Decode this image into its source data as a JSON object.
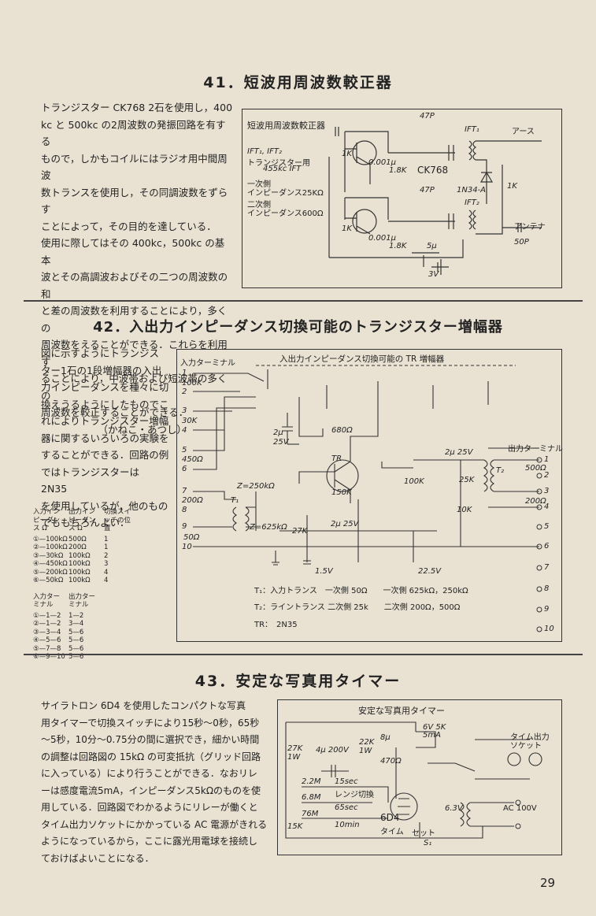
{
  "page_number": "29",
  "s41": {
    "title": "41．短波用周波数較正器",
    "lines": [
      "トランジスター CK768 2石を使用し，400",
      "kc と 500kc の2周波数の発振回路を有する",
      "もので，しかもコイルにはラジオ用中間周波",
      "数トランスを使用し，その同調波数をずらす",
      "ことによって，その目的を達している．",
      "使用に際してはその 400kc，500kc の基本",
      "波とその高調波およびその二つの周波数の和",
      "と差の周波数を利用することにより，多くの",
      "周波数をえることができる．これらを利用す",
      "ることにより，中波帯および短波帯の多くの",
      "周波数を較正することができる．"
    ],
    "author": "（かねこ・あつし）",
    "diagram": {
      "title": "短波用周波数較正器",
      "note1": "IFT₁, IFT₂",
      "note2": "トランジスター用",
      "note3": "455kc IFT",
      "note4": "一次側",
      "note5": "インピーダンス25KΩ",
      "note6": "二次側",
      "note7": "インピーダンス600Ω",
      "c47a": "47P",
      "c47b": "47P",
      "ift1": "IFT₁",
      "ift2": "IFT₂",
      "earth": "アース",
      "antenna": "アンテナ",
      "r1k_a": "1K",
      "r1k_b": "1K",
      "r1k_c": "1K",
      "c001_a": "0.001μ",
      "c001_b": "0.001μ",
      "r18k_a": "1.8K",
      "r18k_b": "1.8K",
      "tr": "CK768",
      "diode": "1N34-A",
      "c5": "5μ",
      "bat": "3V",
      "c50": "50P"
    }
  },
  "s42": {
    "title": "42．入出力インピーダンス切換可能のトランジスター増幅器",
    "lines": [
      "図に示すようにトランジス",
      "ター1石の1段増幅器の入出",
      "力インピーダンスを種々に切",
      "換えうるようにしたものでこ",
      "れによりトランジスター増幅",
      "器に関するいろいろの実験を",
      "することができる．回路の例",
      "ではトランジスターは　2N35",
      "を使用しているが，他のもの",
      "でももちろんよい．"
    ],
    "table1_head": [
      "入力イン ピーダン ス Ω",
      "出力イン ピーダン ス Ω",
      "切換スイ ッチの位 置"
    ],
    "table1": [
      [
        "①—100kΩ",
        "500Ω",
        "1"
      ],
      [
        "②—100kΩ",
        "200Ω",
        "1"
      ],
      [
        "③—30kΩ",
        "100kΩ",
        "2"
      ],
      [
        "④—450kΩ",
        "100kΩ",
        "3"
      ],
      [
        "⑤—200kΩ",
        "100kΩ",
        "4"
      ],
      [
        "⑥—50kΩ",
        "100kΩ",
        "4"
      ]
    ],
    "table2_head": [
      "入力ター ミナル",
      "出力ター ミナル"
    ],
    "table2": [
      [
        "①—1—2",
        "1—2"
      ],
      [
        "②—1—2",
        "3—4"
      ],
      [
        "③—3—4",
        "5—6"
      ],
      [
        "④—5—6",
        "5—6"
      ],
      [
        "⑤—7—8",
        "5—6"
      ],
      [
        "⑥—9—10",
        "5—6"
      ]
    ],
    "diagram": {
      "title": "入出力インピーダンス切換可能の TR 増幅器",
      "in_term": "入力ターミナル",
      "out_term": "出力ターミナル",
      "r100k": "100K",
      "r30k": "30K",
      "r450": "450Ω",
      "r200": "200Ω",
      "r50": "50Ω",
      "c2u_a": "2μ",
      "c25v_a": "25V",
      "r680": "680Ω",
      "tr": "TR",
      "r150k": "150K",
      "r100k_b": "100K",
      "c2u25v_b": "2μ 25V",
      "c2u25v_c": "2μ 25V",
      "z250": "Z=250kΩ",
      "z625": "Z=625kΩ",
      "t1": "T₁",
      "t2": "T₂",
      "r27k": "27K",
      "r25k": "25K",
      "r10k": "10K",
      "v15": "1.5V",
      "v225": "22.5V",
      "o500": "500Ω",
      "o200": "200Ω",
      "leg1": "T₁：入力トランス　一次側 50Ω　　一次側 625kΩ，250kΩ",
      "leg2": "T₂：ライントランス 二次側 25k　　二次側 200Ω，500Ω",
      "leg3": "TR：　2N35"
    }
  },
  "s43": {
    "title": "43．安定な写真用タイマー",
    "lines": [
      "サイラトロン 6D4 を使用したコンパクトな写真",
      "用タイマーで切換スイッチにより15秒～0秒，65秒",
      "～5秒，10分～0.75分の間に選択でき，細かい時間",
      "の調整は回路図の 15kΩ の可変抵抗（グリッド回路",
      "に入っている）により行うことができる．なおリレ",
      "ーは感度電流5mA，インピーダンス5kΩのものを使",
      "用している．回路図でわかるようにリレーが働くと",
      "タイム出力ソケットにかかっている AC 電源がきれる",
      "ようになっているから，ここに露光用電球を接続し",
      "ておけばよいことになる．"
    ],
    "diagram": {
      "title": "安定な写真用タイマー",
      "r27k": "27K 1W",
      "c4u": "4μ 200V",
      "r22k": "22K 1W",
      "c8u": "8μ",
      "relay": "6V 5K 5mA",
      "r470": "470Ω",
      "out": "タイム出力 ソケット",
      "r22m": "2.2M",
      "t15": "15sec",
      "range": "レンジ切換",
      "r68m": "6.8M",
      "t65": "65sec",
      "r76m": "76M",
      "t10": "10min",
      "tube": "6D4",
      "v63": "6.3V",
      "ac": "AC 100V",
      "r15k": "15K",
      "time": "タイム",
      "set": "セット",
      "s1": "S₁"
    }
  }
}
